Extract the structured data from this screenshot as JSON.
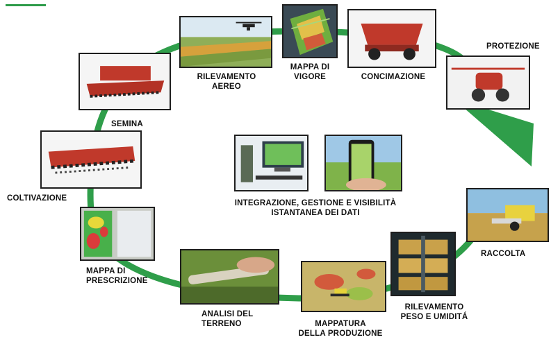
{
  "colors": {
    "cycle_green": "#2f9e4a",
    "machine_red": "#c0392b",
    "label": "#111111"
  },
  "stages": {
    "rilevamento_aereo": {
      "line1": "RILEVAMENTO",
      "line2": "AEREO"
    },
    "mappa_vigore": {
      "line1": "MAPPA DI",
      "line2": "VIGORE"
    },
    "concimazione": {
      "line1": "CONCIMAZIONE"
    },
    "protezione": {
      "line1": "PROTEZIONE"
    },
    "raccolta": {
      "line1": "RACCOLTA"
    },
    "rilevamento_peso": {
      "line1": "RILEVAMENTO",
      "line2": "PESO E UMIDITÁ"
    },
    "mappatura": {
      "line1": "MAPPATURA",
      "line2": "DELLA PRODUZIONE"
    },
    "analisi": {
      "line1": "ANALISI DEL",
      "line2": "TERRENO"
    },
    "prescrizione": {
      "line1": "MAPPA DI",
      "line2": "PRESCRIZIONE"
    },
    "coltivazione": {
      "line1": "COLTIVAZIONE"
    },
    "semina": {
      "line1": "SEMINA"
    }
  },
  "center": {
    "line1": "INTEGRAZIONE, GESTIONE E VISIBILITÀ",
    "line2": "ISTANTANEA DEI DATI"
  },
  "icons": [
    "drone-icon",
    "seeder-icon",
    "cultivator-icon",
    "spreader-icon",
    "sprayer-icon",
    "combine-icon",
    "smartphone-icon",
    "computer-icon"
  ]
}
